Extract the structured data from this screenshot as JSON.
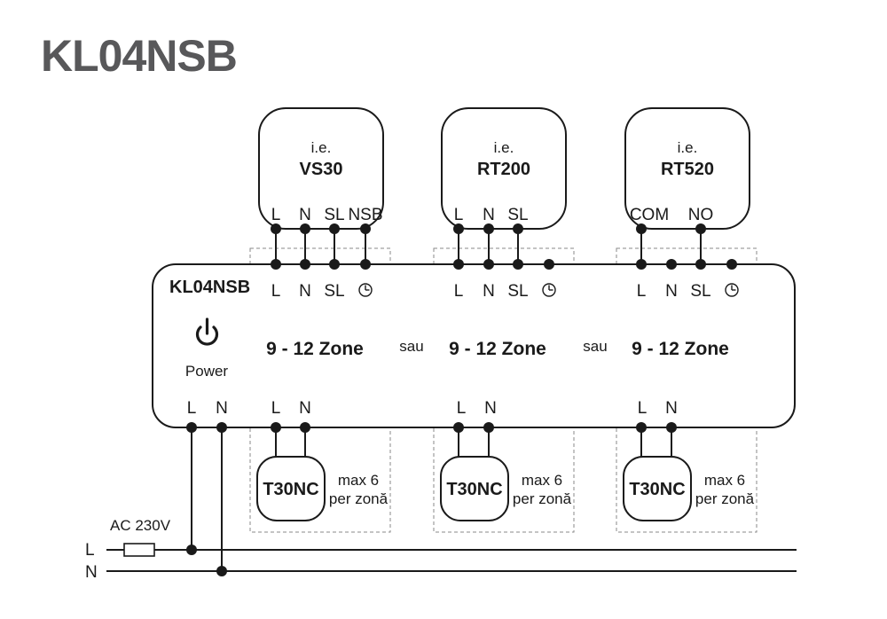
{
  "title": "KL04NSB",
  "controller": {
    "name": "KL04NSB",
    "power_label": "Power",
    "power_terminals": [
      "L",
      "N"
    ]
  },
  "zones": [
    {
      "thermostat": {
        "prefix": "i.e.",
        "model": "VS30",
        "terminals": [
          "L",
          "N",
          "SL",
          "NSB"
        ]
      },
      "terminals": [
        "L",
        "N",
        "SL"
      ],
      "zone_label": "9 - 12 Zone",
      "actuator_terminals": [
        "L",
        "N"
      ],
      "actuator": {
        "model": "T30NC",
        "max_line1": "max 6",
        "max_line2": "per zonă"
      }
    },
    {
      "thermostat": {
        "prefix": "i.e.",
        "model": "RT200",
        "terminals": [
          "L",
          "N",
          "SL"
        ]
      },
      "terminals": [
        "L",
        "N",
        "SL"
      ],
      "zone_label": "9 - 12 Zone",
      "actuator_terminals": [
        "L",
        "N"
      ],
      "actuator": {
        "model": "T30NC",
        "max_line1": "max 6",
        "max_line2": "per zonă"
      }
    },
    {
      "thermostat": {
        "prefix": "i.e.",
        "model": "RT520",
        "terminals": [
          "COM",
          "NO"
        ]
      },
      "terminals": [
        "L",
        "N",
        "SL"
      ],
      "zone_label": "9 - 12 Zone",
      "actuator_terminals": [
        "L",
        "N"
      ],
      "actuator": {
        "model": "T30NC",
        "max_line1": "max 6",
        "max_line2": "per zonă"
      }
    }
  ],
  "separators": [
    "sau",
    "sau"
  ],
  "supply": {
    "label": "AC 230V",
    "lines": [
      "L",
      "N"
    ]
  }
}
